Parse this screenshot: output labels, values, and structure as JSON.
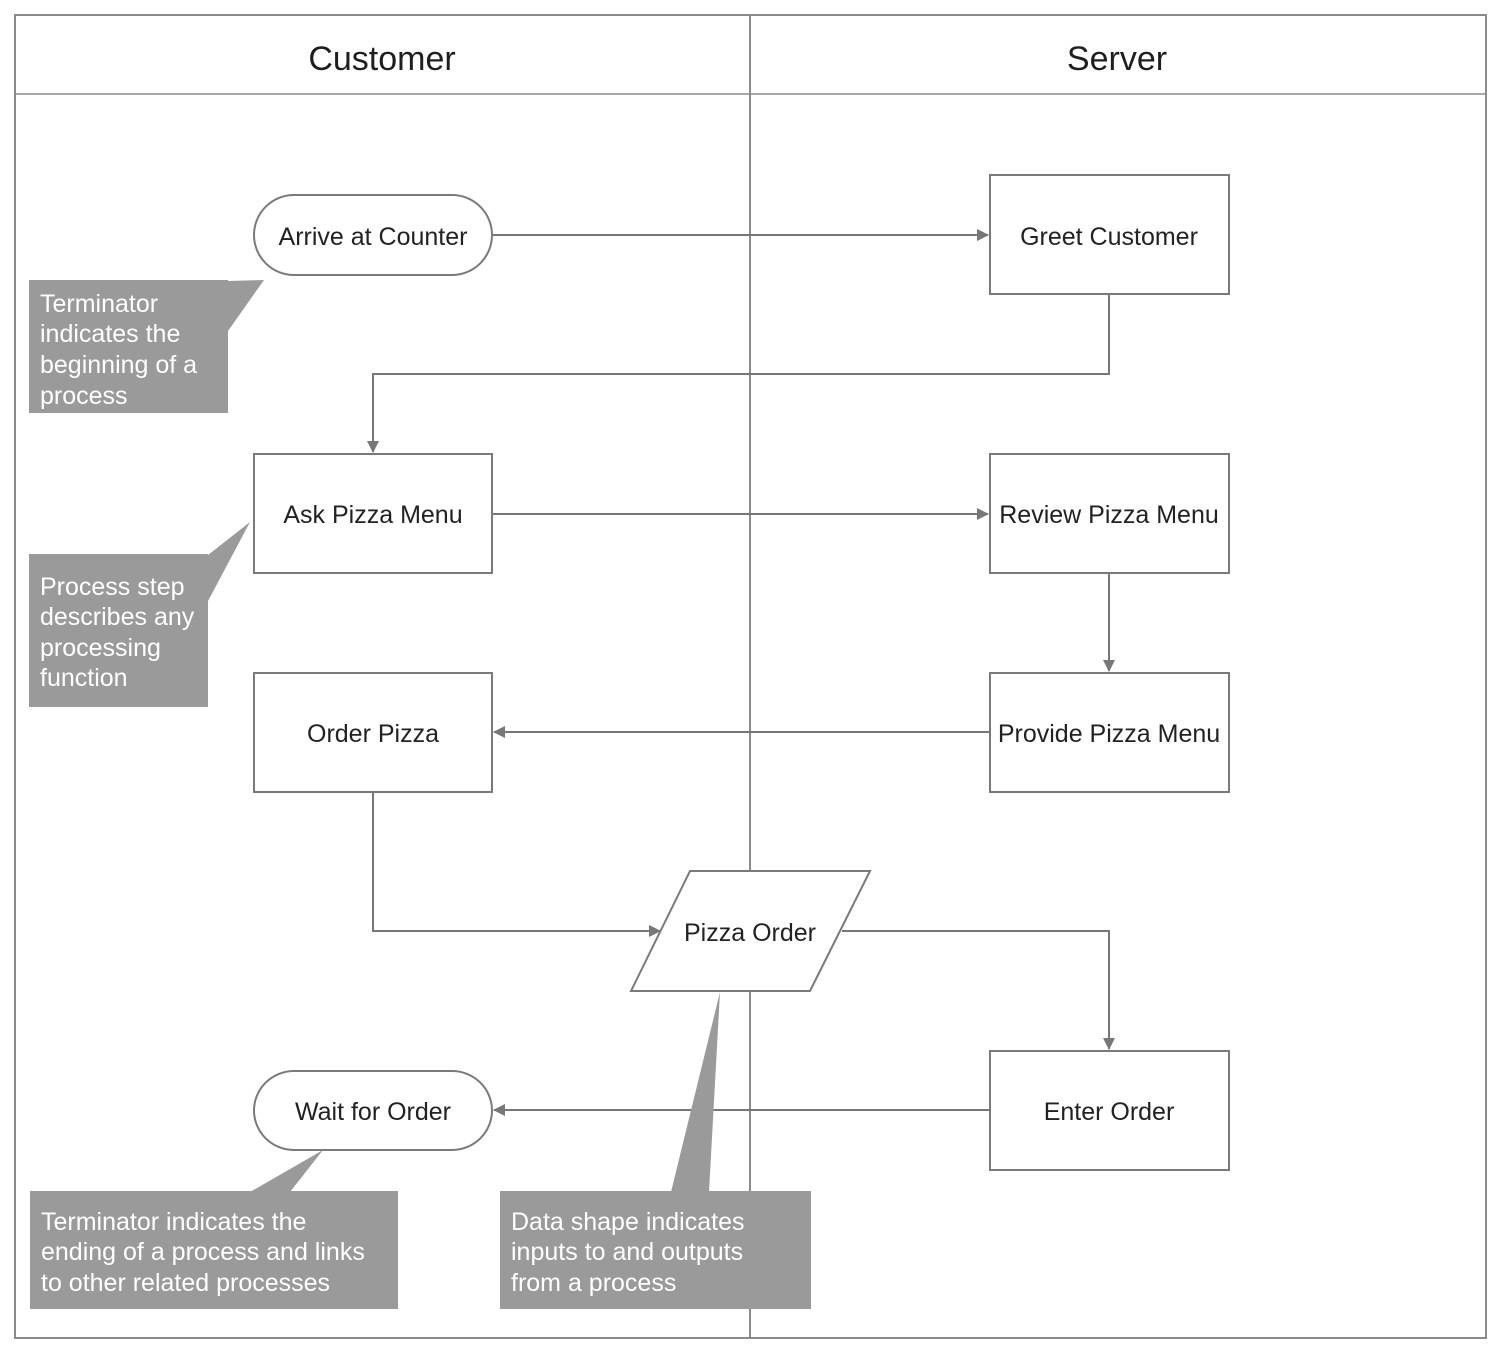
{
  "lanes": {
    "customer": "Customer",
    "server": "Server"
  },
  "nodes": {
    "arrive": "Arrive at Counter",
    "greet": "Greet Customer",
    "ask_menu": "Ask Pizza Menu",
    "review_menu": "Review Pizza Menu",
    "order_pizza": "Order Pizza",
    "provide_menu": "Provide Pizza Menu",
    "pizza_order": "Pizza Order",
    "wait_order": "Wait for Order",
    "enter_order": "Enter Order"
  },
  "callouts": {
    "terminator_begin": [
      "Terminator",
      "indicates the",
      "beginning of a",
      "process"
    ],
    "process_step": [
      "Process step",
      "describes any",
      "processing",
      "function"
    ],
    "terminator_end": [
      "Terminator  indicates the",
      "ending of a process and links",
      "to other related processes"
    ],
    "data_shape": [
      "Data shape indicates",
      "inputs to and outputs",
      "from a process"
    ]
  },
  "colors": {
    "line": "#777777",
    "callout_fill": "#9a9a9a",
    "callout_text": "#ffffff"
  }
}
